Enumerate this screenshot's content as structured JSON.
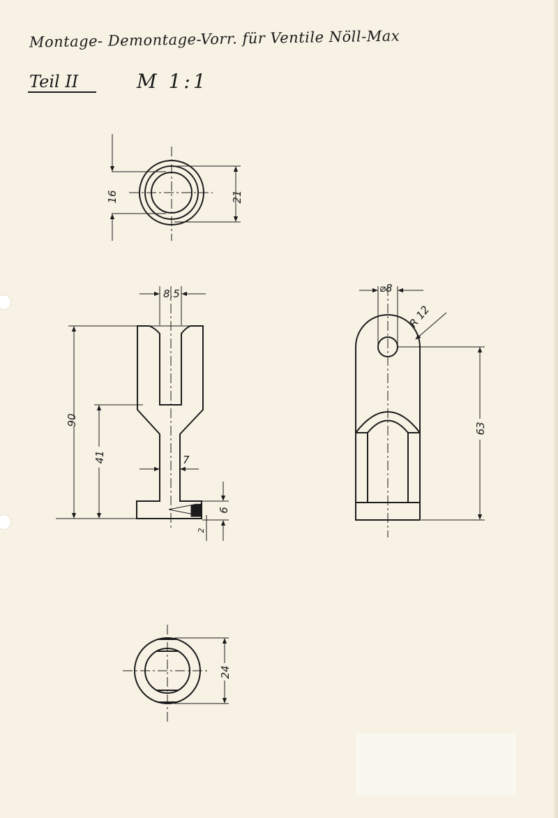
{
  "header": {
    "title": "Montage- Demontage-Vorr. für Ventile Nöll-Max",
    "part": "Teil II",
    "scale": "M 1:1"
  },
  "dimensions": {
    "top_view_inner": "16",
    "top_view_outer": "21",
    "front_slot_width": "8,5",
    "front_total_height": "90",
    "front_lower_height": "41",
    "front_neck_width": "7",
    "front_base_height": "6",
    "front_chamfer": "2",
    "side_hole_diameter": "⌀8",
    "side_radius": "R 12",
    "side_height": "63",
    "bottom_view_diameter": "24"
  },
  "colors": {
    "ink": "#1b1b1b",
    "paper": "#f7f2e4"
  }
}
